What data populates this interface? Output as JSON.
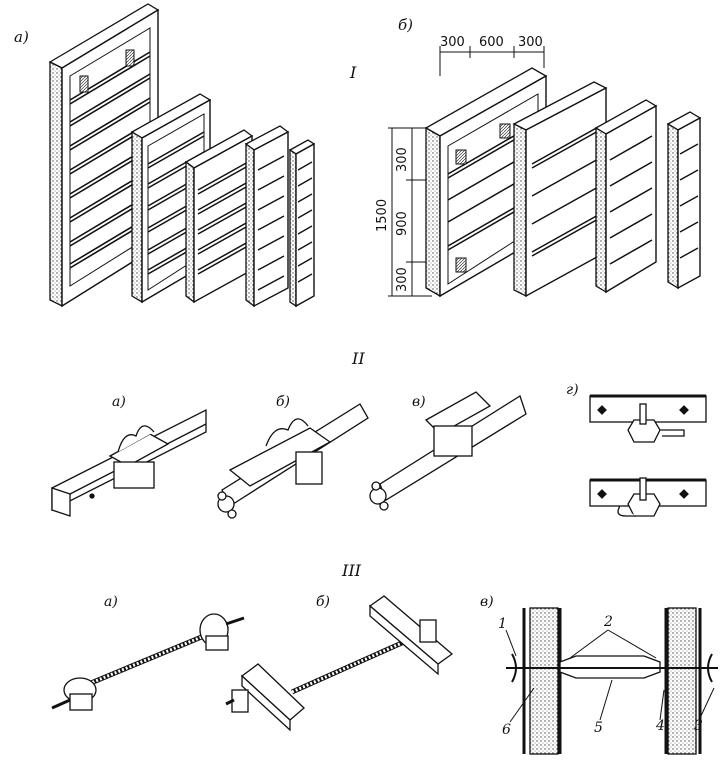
{
  "section_I": {
    "roman": "I",
    "label_a": "а)",
    "label_b": "б)",
    "dims_top": [
      "300",
      "600",
      "300"
    ],
    "dims_side": [
      "1500",
      "300",
      "900",
      "300"
    ]
  },
  "section_II": {
    "roman": "II",
    "labels": [
      "а)",
      "б)",
      "в)",
      "г)"
    ]
  },
  "section_III": {
    "roman": "III",
    "labels": [
      "а)",
      "б)",
      "в)"
    ],
    "callouts": [
      "1",
      "2",
      "3",
      "4",
      "5",
      "6"
    ]
  },
  "colors": {
    "ink": "#111111",
    "stipple": "#555555",
    "paper": "#ffffff"
  }
}
